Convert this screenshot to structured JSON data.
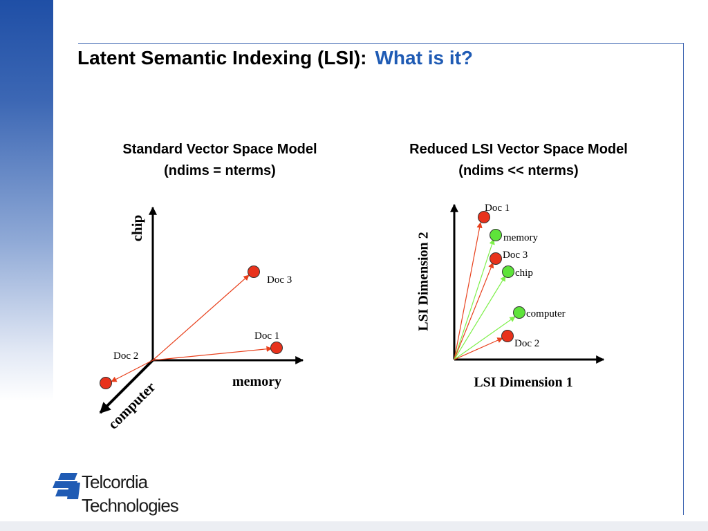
{
  "slide": {
    "title_main": "Latent Semantic Indexing (LSI):",
    "title_accent": "What is it?"
  },
  "left_model": {
    "heading_line1": "Standard Vector Space Model",
    "heading_line2": "(ndims = nterms)",
    "axis_y": "chip",
    "axis_x": "memory",
    "axis_z": "computer",
    "docs": [
      "Doc 3",
      "Doc 1",
      "Doc 2"
    ]
  },
  "right_model": {
    "heading_line1": "Reduced LSI Vector Space Model",
    "heading_line2": "(ndims << nterms)",
    "axis_y": "LSI Dimension 2",
    "axis_x": "LSI Dimension 1",
    "points": [
      "Doc 1",
      "memory",
      "Doc 3",
      "chip",
      "computer",
      "Doc 2"
    ]
  },
  "logo": {
    "line1": "Telcordia",
    "trademark": ".",
    "line2": "Technologies"
  },
  "colors": {
    "accent": "#1f5bb4",
    "doc_point": "#e8321c",
    "term_point": "#5ee33a",
    "doc_arrow": "#e8401c",
    "term_arrow": "#7ef04a"
  }
}
